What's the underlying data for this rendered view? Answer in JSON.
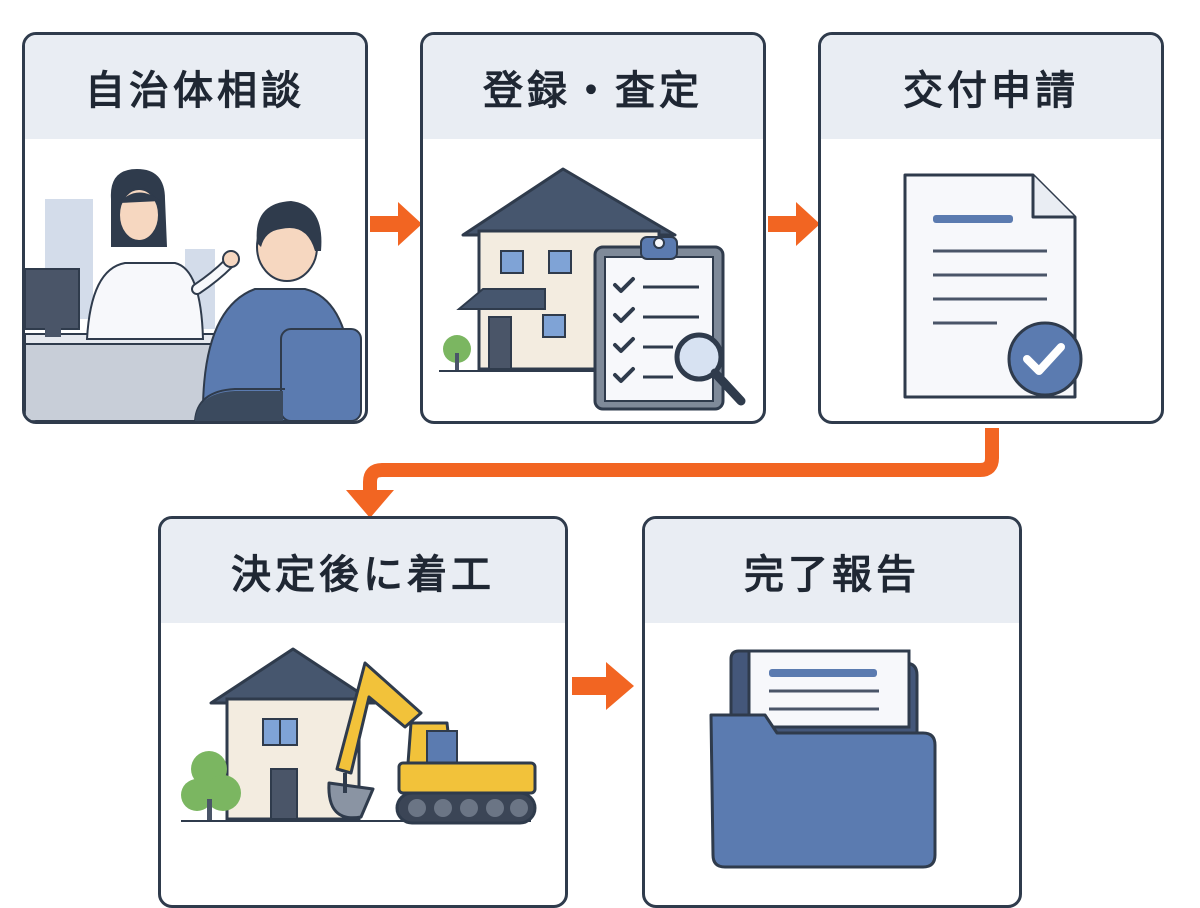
{
  "steps": [
    {
      "title": "自治体相談",
      "icon": "consultation-scene-icon"
    },
    {
      "title": "登録・査定",
      "icon": "house-inspection-icon"
    },
    {
      "title": "交付申請",
      "icon": "approved-document-icon"
    },
    {
      "title": "決定後に着工",
      "icon": "house-excavator-icon"
    },
    {
      "title": "完了報告",
      "icon": "report-folder-icon"
    }
  ],
  "colors": {
    "border": "#2f3b4c",
    "header_bg": "#e9edf3",
    "arrow": "#f26522",
    "accent_blue": "#5b7bb0",
    "excavator": "#f2c23a"
  }
}
